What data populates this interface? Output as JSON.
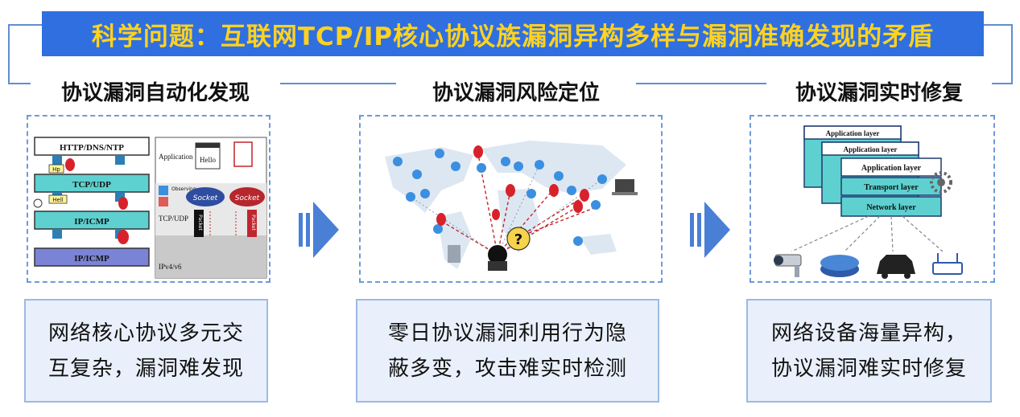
{
  "title": "科学问题：互联网TCP/IP核心协议族漏洞异构多样与漏洞准确发现的矛盾",
  "colors": {
    "title_bg": "#2f6fe0",
    "title_text": "#ffd21f",
    "frame": "#5f8fd0",
    "box_bg": "#e9f0fb",
    "arrow": "#4a7fd6"
  },
  "sections": [
    {
      "heading": "协议漏洞自动化发现",
      "description": [
        "网络核心协议多元交",
        "互复杂，漏洞难发现"
      ],
      "figure": {
        "stack_layers": [
          "HTTP/DNS/NTP",
          "TCP/UDP",
          "IP/ICMP",
          "IP/ICMP"
        ],
        "small_tags": [
          "Hp",
          "Hell"
        ],
        "right_labels": [
          "Application",
          "Hello",
          "Observing",
          "TCP/UDP",
          "IPv4/v6",
          "Socket",
          "Socket",
          "Packet",
          "Packet"
        ]
      }
    },
    {
      "heading": "协议漏洞风险定位",
      "description": [
        "零日协议漏洞利用行为隐",
        "蔽多变，攻击难实时检测"
      ],
      "figure": {
        "center_symbol": "?"
      }
    },
    {
      "heading": "协议漏洞实时修复",
      "description": [
        "网络设备海量异构，",
        "协议漏洞难实时修复"
      ],
      "figure": {
        "back_layers": [
          "Application layer",
          "Application layer"
        ],
        "front_layers": [
          "Application layer",
          "Transport layer",
          "Network layer"
        ],
        "devices": [
          "camera-icon",
          "router-icon",
          "car-icon",
          "wifi-router-icon"
        ]
      }
    }
  ]
}
